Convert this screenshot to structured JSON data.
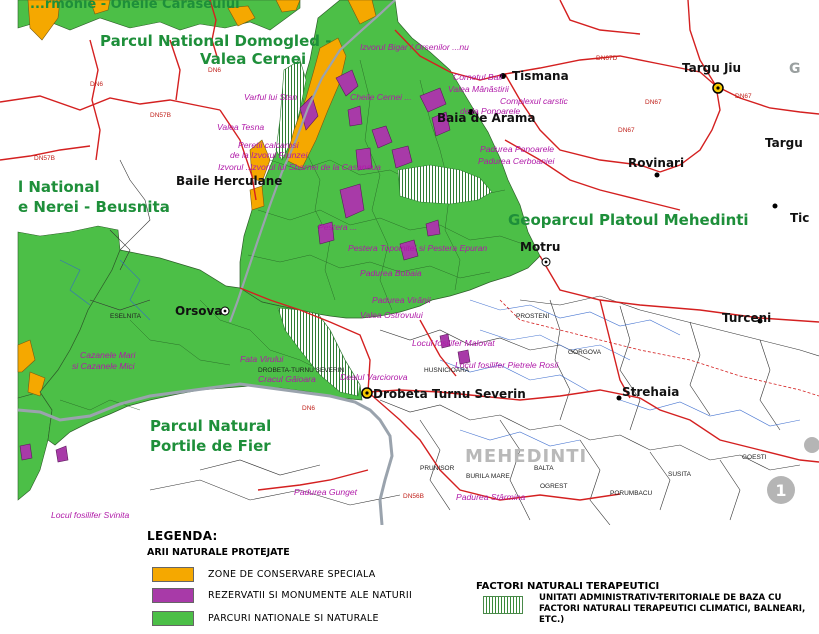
{
  "map": {
    "park_labels": {
      "domogled_line1": "Parcul National Domogled -",
      "domogled_line2": "Valea Cernei",
      "nerei_line1": "l National",
      "nerei_line2": "e Nerei - Beusnita",
      "geopark": "Geoparcul Platoul Mehedinti",
      "portile_line1": "Parcul Natural",
      "portile_line2": "Portile de Fier"
    },
    "top_cut_label": "...rmonie - Oneile Caraseului",
    "cities": {
      "tismana": "Tismana",
      "targu_jiu": "Targu Jiu",
      "baia_de_arama": "Baia de Arama",
      "targu": "Targu",
      "rovinari": "Rovinari",
      "baile_herculane": "Baile Herculane",
      "tic": "Tic",
      "motru": "Motru",
      "orsova": "Orsova",
      "turceni": "Turceni",
      "drobeta": "Drobeta Turnu Severin",
      "strehaia": "Strehaia",
      "g_cut": "G"
    },
    "county_name": "MEHEDINTI",
    "sites": {
      "s1": "Izvorul Bigar / Orsenilor ...nu",
      "s2": "Cornetul Baii",
      "s3": "Valea Mânăstirii",
      "s4": "Varful lui Stan",
      "s5": "Cheile Cernei ...",
      "s6": "Complexul carstic",
      "s7": "de la Ponoarele",
      "s8": "Valea Tesna",
      "s9": "Peretii calcarosi",
      "s10": "de la Izvorul Frunzei",
      "s11": "Izvorul ...",
      "s12": "Padurea Ponoarele",
      "s13": "Izvorul lui Sbarnei de la Casanaua",
      "s14": "Padurea Cerboaniei",
      "s15": "Pestera ...",
      "s16": "Pestera Topolnitei si Pestera Epuran",
      "s17": "Padurea Bobaia",
      "s18": "Padurea Virănii",
      "s19": "Valea Ostrovului",
      "s20": "Locul fosilifer Malovat",
      "s21": "Locul fosilifer Pietrele Rosii",
      "s22": "Cazanele Mari",
      "s23": "si Cazanele Mici",
      "s24": "Fata Virului",
      "s25": "Cracul Găioara",
      "s26": "Dealul Varciorova",
      "s27": "Padurea Gunget",
      "s28": "Padurea Stârmina",
      "s29": "Locul fosilifer Svinita"
    },
    "admin": {
      "a1": "ESELNITA",
      "a2": "DROBETA-TURNU SEVERIN",
      "a3": "PROSTENI",
      "a4": "GORGOVA",
      "a5": "HUSNICIOARA",
      "a6": "PRUNISOR",
      "a7": "BALTA",
      "a8": "PORUMBACU",
      "a9": "BURILA MARE",
      "a10": "OGREST",
      "a11": "SUSITA",
      "a12": "GOESTI"
    },
    "roads": [
      "DN67D",
      "DN67",
      "DN67",
      "DN67",
      "DN6",
      "DN57B",
      "DN6",
      "DN57B",
      "DN6",
      "DN56B"
    ],
    "page_marker": "1"
  },
  "legend": {
    "title": "LEGENDA:",
    "subtitle": "ARII NATURALE PROTEJATE",
    "items": [
      {
        "label": "ZONE DE CONSERVARE SPECIALA",
        "color": "#f5a800"
      },
      {
        "label": "REZERVATII SI MONUMENTE ALE NATURII",
        "color": "#a83aa8"
      },
      {
        "label": "PARCURI NATIONALE SI NATURALE",
        "color": "#4cbf47"
      }
    ],
    "factors_title": "FACTORI NATURALI TERAPEUTICI",
    "factors_text": "UNITATI ADMINISTRATIV-TERITORIALE DE BAZA CU FACTORI NATURALI TERAPEUTICI CLIMATICI, BALNEARI, ETC.)"
  },
  "colors": {
    "park_green": "#4cbf47",
    "conservation_orange": "#f5a800",
    "reservation_purple": "#a83aa8",
    "road_red": "#d42020",
    "river_blue": "#3366cc",
    "label_green": "#1e8f3a",
    "site_magenta": "#b01aa8"
  }
}
